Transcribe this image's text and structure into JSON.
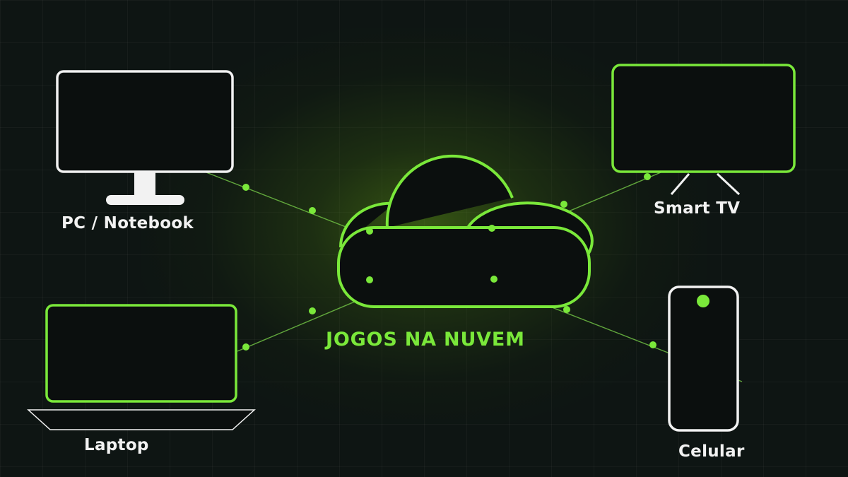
{
  "title": "JOGOS NA NUVEM",
  "devices": {
    "pc": {
      "label": "PC / Notebook",
      "icon": "monitor-icon"
    },
    "smart_tv": {
      "label": "Smart TV",
      "icon": "tv-icon"
    },
    "laptop": {
      "label": "Laptop",
      "icon": "laptop-icon"
    },
    "celular": {
      "label": "Celular",
      "icon": "phone-icon"
    }
  },
  "colors": {
    "background": "#0e1513",
    "accent": "#7ae83a",
    "white": "#f2f2f2",
    "screen": "#0b0f0e"
  }
}
